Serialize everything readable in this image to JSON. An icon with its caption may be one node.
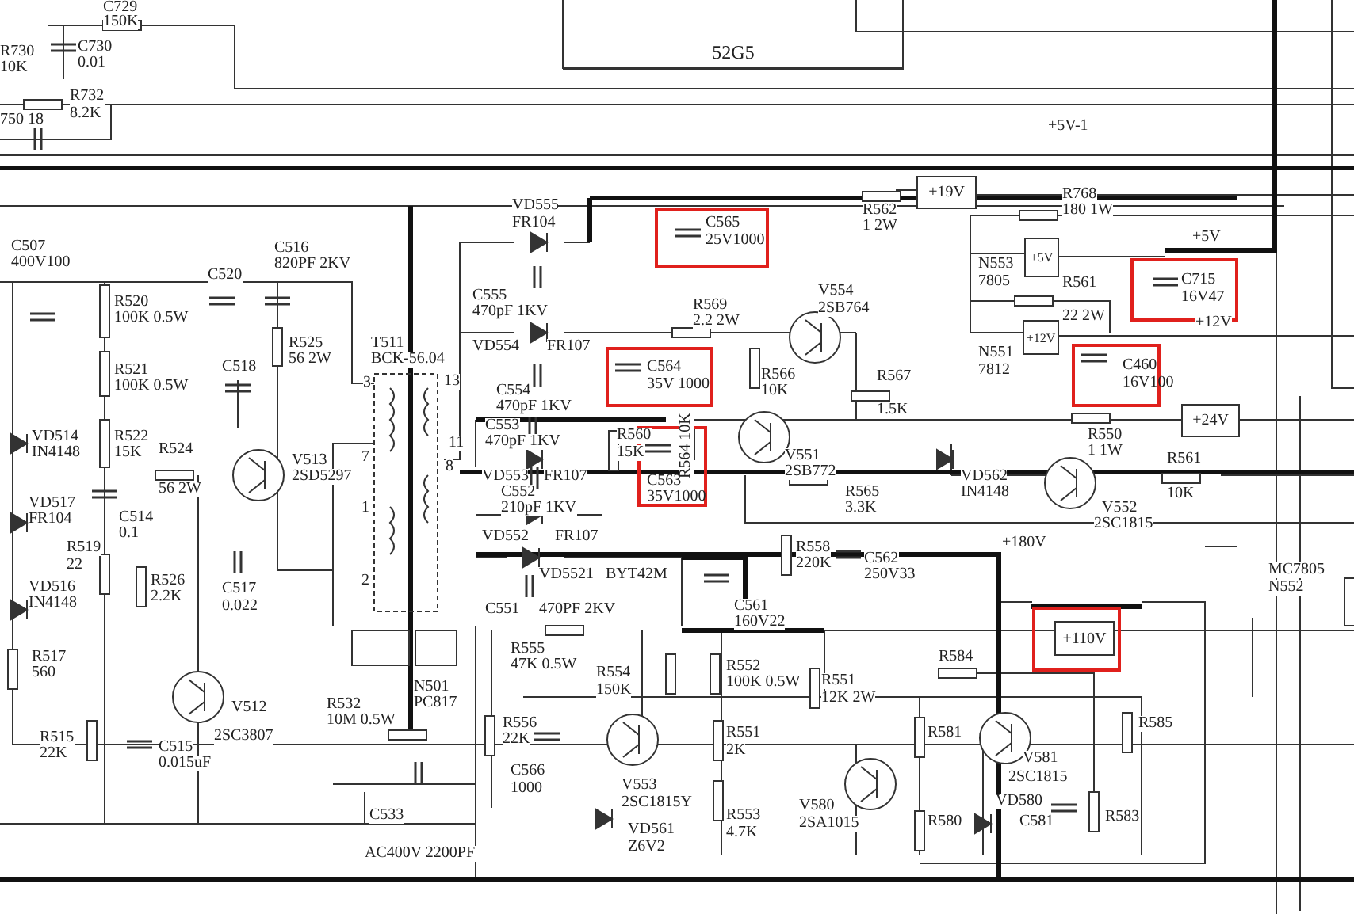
{
  "diagram": {
    "nodes": [
      {
        "text": [
          "52G5"
        ]
      },
      {
        "text": [
          "+19V"
        ]
      },
      {
        "text": [
          "C565",
          "25V1000"
        ]
      },
      {
        "text": [
          "+5V"
        ],
        "beside": [
          "N553",
          "7805"
        ]
      },
      {
        "text": [
          "C715",
          "16V47"
        ]
      },
      {
        "text": [
          "C564",
          "35V 1000"
        ]
      },
      {
        "text": [
          "+12V"
        ],
        "beside": [
          "N551",
          "7812"
        ]
      },
      {
        "text": [
          "C460",
          "16V100"
        ]
      },
      {
        "text": [
          "+24V"
        ]
      },
      {
        "text": [
          "C563",
          "35V1000"
        ]
      },
      {
        "text": [],
        "shape": "box"
      },
      {
        "text": [
          "+110V"
        ],
        "in": 10
      }
    ],
    "labels": [
      "C729",
      "150K",
      "R730",
      "10K",
      "C730",
      "0.01",
      "R732",
      "8.2K",
      "750 18",
      "+5V-1",
      "R562",
      "1 2W",
      "VD555",
      "FR104",
      "R768",
      "180 1W",
      "+5V",
      "C507",
      "400V100",
      "C516",
      "820PF 2KV",
      "C520",
      "R561",
      "22 2W",
      "C555",
      "470pF 1KV",
      "V554",
      "2SB764",
      "R569",
      "2.2 2W",
      "R520",
      "100K 0.5W",
      "+12V",
      "R525",
      "56 2W",
      "T511",
      "BCK-56.04",
      "VD554",
      "FR107",
      "C518",
      "R521",
      "100K 0.5W",
      "R566",
      "10K",
      "R567",
      "1.5K",
      "C554",
      "470pF 1KV",
      "3",
      "13",
      "C553",
      "470pF 1KV",
      "R560",
      "15K",
      "R564 10K",
      "V551",
      "2SB772",
      "VD514",
      "IN4148",
      "R522",
      "15K",
      "R524",
      "56 2W",
      "11",
      "7",
      "8",
      "VD553",
      "FR107",
      "R550",
      "1 1W",
      "VD562",
      "IN4148",
      "R561",
      "10K",
      "V513",
      "2SD5297",
      "R565",
      "3.3K",
      "C552",
      "210pF 1KV",
      "VD517",
      "FR104",
      "V552",
      "2SC1815",
      "1",
      "C514",
      "0.1",
      "VD552",
      "FR107",
      "R519",
      "22",
      "R558",
      "220K",
      "C562",
      "250V33",
      "+180V",
      "VD5521",
      "BYT42M",
      "R526",
      "2.2K",
      "VD516",
      "IN4148",
      "C517",
      "0.022",
      "2",
      "MC7805",
      "N552",
      "C551",
      "470PF 2KV",
      "C561",
      "160V22",
      "R555",
      "47K 0.5W",
      "R517",
      "560",
      "R554",
      "150K",
      "R552",
      "100K 0.5W",
      "R584",
      "R551",
      "12K 2W",
      "N501",
      "PC817",
      "R532",
      "10M 0.5W",
      "V512",
      "R556",
      "22K",
      "R585",
      "R581",
      "R551",
      "2K",
      "2SC3807",
      "R515",
      "22K",
      "C515",
      "0.015uF",
      "V581",
      "2SC1815",
      "C566",
      "1000",
      "V553",
      "2SC1815Y",
      "VD580",
      "V580",
      "2SA1015",
      "C533",
      "R580",
      "C581",
      "R583",
      "R553",
      "4.7K",
      "VD561",
      "Z6V2",
      "AC400V 2200PF"
    ]
  }
}
